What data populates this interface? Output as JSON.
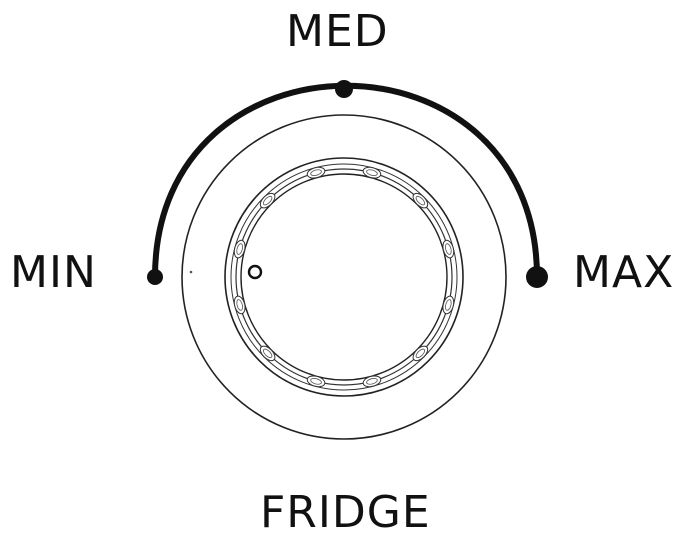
{
  "labels": {
    "min": "MIN",
    "med": "MED",
    "max": "MAX",
    "appliance": "FRIDGE"
  },
  "dial": {
    "positions": [
      "MIN",
      "MED",
      "MAX"
    ],
    "grip_notches": 12
  },
  "colors": {
    "ink": "#111111",
    "background": "#ffffff"
  }
}
